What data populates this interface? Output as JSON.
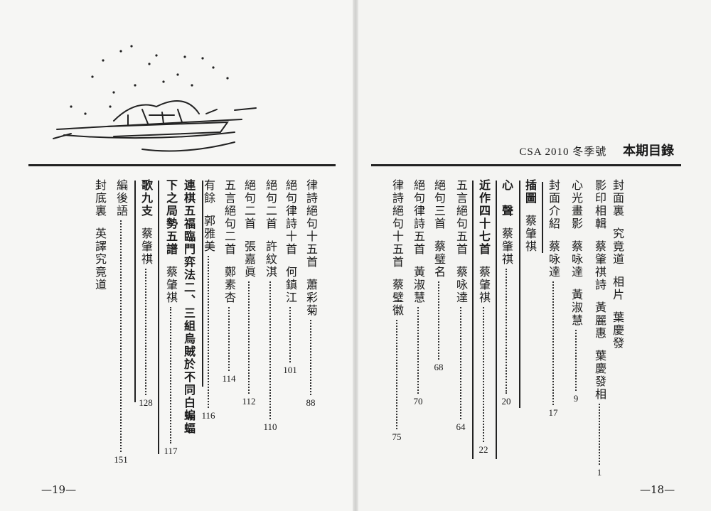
{
  "header": {
    "magazine": "CSA 2010 冬季號",
    "title": "本期目錄"
  },
  "right_page": {
    "folio": "—18—",
    "entries": [
      {
        "parts": [
          "封面裏",
          "究竟道",
          "相片",
          "葉慶發"
        ],
        "page": ""
      },
      {
        "parts": [
          "影印相輯",
          "蔡肇祺詩",
          "黃麗惠",
          "葉慶發相"
        ],
        "page": "1"
      },
      {
        "parts": [
          "心光畫影",
          "蔡咏達",
          "黃淑慧"
        ],
        "page": "9"
      },
      {
        "parts": [
          "封面介紹",
          "蔡咏達"
        ],
        "page": "17"
      },
      {
        "parts": [
          "插圖",
          "蔡肇祺"
        ],
        "page": ""
      },
      {
        "parts": [
          "心　聲",
          "蔡肇祺"
        ],
        "page": "20"
      },
      {
        "parts": [
          "近作四十七首",
          "蔡肇祺"
        ],
        "page": "22"
      },
      {
        "parts": [
          "五言絕句五首",
          "蔡咏達"
        ],
        "page": "64"
      },
      {
        "parts": [
          "絕句三首",
          "蔡璧名"
        ],
        "page": "68"
      },
      {
        "parts": [
          "絕句律詩五首",
          "黃淑慧"
        ],
        "page": "70"
      },
      {
        "parts": [
          "律詩絕句十五首",
          "蔡璧徽"
        ],
        "page": "75"
      }
    ]
  },
  "left_page": {
    "folio": "—19—",
    "entries": [
      {
        "parts": [
          "律詩絕句十五首",
          "蕭彩菊"
        ],
        "page": "88"
      },
      {
        "parts": [
          "絕句律詩十首",
          "何鎮江"
        ],
        "page": "101"
      },
      {
        "parts": [
          "絕句二首",
          "許紋淇"
        ],
        "page": "110"
      },
      {
        "parts": [
          "絕句二首",
          "張嘉眞"
        ],
        "page": "112"
      },
      {
        "parts": [
          "五言絕句二首",
          "鄭素杏"
        ],
        "page": "114"
      },
      {
        "parts": [
          "有餘",
          "郭雅美"
        ],
        "page": "116"
      },
      {
        "parts": [
          "連棋五福臨門弈法二、三組烏賊於不同白蝙蝠"
        ],
        "page": ""
      },
      {
        "parts": [
          "下之局勢五譜",
          "蔡肇祺"
        ],
        "page": "117"
      },
      {
        "parts": [
          "歌九支",
          "蔡肇祺"
        ],
        "page": "128"
      },
      {
        "parts": [
          "編後語"
        ],
        "page": "151"
      },
      {
        "parts": [
          "封底裏",
          "英譯究竟道"
        ],
        "page": ""
      }
    ]
  }
}
